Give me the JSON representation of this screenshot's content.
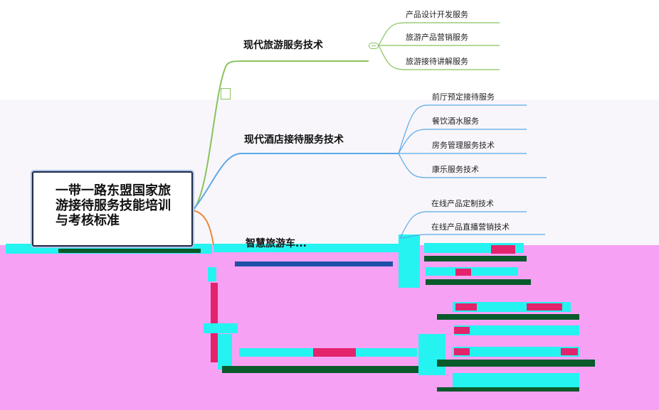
{
  "root": {
    "label": "一带一路东盟国家旅游接待服务技能培训与考核标准"
  },
  "branches": [
    {
      "label": "现代旅游服务技术",
      "color": "#89c25f",
      "children": [
        "产品设计开发服务",
        "旅游产品营销服务",
        "旅游接待讲解服务"
      ]
    },
    {
      "label": "现代酒店接待服务技术",
      "color": "#5aa9e6",
      "children": [
        "前厅预定接待服务",
        "餐饮酒水服务",
        "房务管理服务技术",
        "康乐服务技术"
      ]
    },
    {
      "label": "智慧旅游车...",
      "color": "#e78a3c",
      "children": [
        "在线产品定制技术",
        "在线产品直播营销技术"
      ]
    }
  ],
  "colors": {
    "glitch_pink": "#f7a1f5",
    "glitch_cyan": "#25f3f1",
    "glitch_dark": "#0b5a2c",
    "glitch_magenta": "#e3236b"
  }
}
